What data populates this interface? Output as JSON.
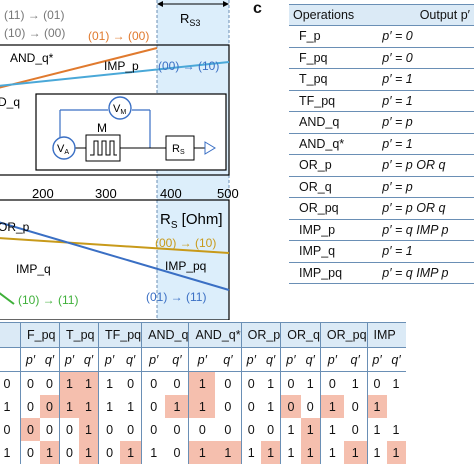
{
  "panel_c_label": "c",
  "plot": {
    "transitions": {
      "t1": "(11) → (01)",
      "t2": "(10) → (00)",
      "t3": "(01) → (00)",
      "t4": "(00) → (10)",
      "t5": "(00) → (10)",
      "t6": "(10) → (11)",
      "t7": "(01) → (11)"
    },
    "region_label": "R",
    "region_sub": "S3",
    "ops": {
      "and_q_star": "AND_q*",
      "imp_p": "IMP_p",
      "d_q": "D_q",
      "or_p": "OR_p",
      "imp_q": "IMP_q",
      "imp_pq": "IMP_pq"
    },
    "circuit": {
      "vm": "V",
      "vm_sub": "M",
      "va": "V",
      "va_sub": "A",
      "m": "M",
      "rs": "R",
      "rs_sub": "S"
    },
    "xticks": [
      "200",
      "300",
      "400",
      "500"
    ],
    "xlabel": "R",
    "xlabel_sub": "S",
    "xlabel_unit": " [Ohm]",
    "colors": {
      "orange": "#e07a2e",
      "blue_light": "#4aa8d8",
      "blue": "#3a6fc4",
      "gold": "#c89a1a",
      "green": "#3fb03a",
      "gray": "#777777",
      "region": "#dceefb"
    }
  },
  "operations_table": {
    "headers": [
      "Operations",
      "Output p′"
    ],
    "rows": [
      {
        "op": "F_p",
        "out": "p′ = 0"
      },
      {
        "op": "F_pq",
        "out": "p′ = 0"
      },
      {
        "op": "T_pq",
        "out": "p′ = 1"
      },
      {
        "op": "TF_pq",
        "out": "p′ = 1"
      },
      {
        "op": "AND_q",
        "out": "p′ = p"
      },
      {
        "op": "AND_q*",
        "out": "p′ = 1"
      },
      {
        "op": "OR_p",
        "out": "p′ = p OR q"
      },
      {
        "op": "OR_q",
        "out": "p′ = p"
      },
      {
        "op": "OR_pq",
        "out": "p′ = p OR q"
      },
      {
        "op": "IMP_p",
        "out": "p′ = q IMP p"
      },
      {
        "op": "IMP_q",
        "out": "p′ = 1"
      },
      {
        "op": "IMP_pq",
        "out": "p′ = q IMP p"
      }
    ]
  },
  "truth_table": {
    "headers": [
      "",
      "F_pq",
      "T_pq",
      "TF_pq",
      "AND_q",
      "AND_q*",
      "OR_p",
      "OR_q",
      "OR_pq",
      "IMP"
    ],
    "sub": [
      "p′",
      "q′"
    ],
    "left_col": [
      "0",
      "1",
      "0",
      "1"
    ],
    "rows": [
      [
        "0",
        "0",
        "1",
        "1",
        "1",
        "0",
        "0",
        "0",
        "1",
        "0",
        "0",
        "1",
        "0",
        "1",
        "0",
        "1",
        "0",
        "1"
      ],
      [
        "0",
        "0",
        "1",
        "1",
        "1",
        "1",
        "0",
        "1",
        "1",
        "0",
        "0",
        "1",
        "0",
        "0",
        "1",
        "0",
        "1"
      ],
      [
        "0",
        "0",
        "0",
        "1",
        "0",
        "0",
        "0",
        "0",
        "0",
        "0",
        "0",
        "0",
        "1",
        "1",
        "1",
        "0",
        "1",
        "1"
      ],
      [
        "0",
        "1",
        "0",
        "1",
        "0",
        "1",
        "1",
        "0",
        "1",
        "1",
        "1",
        "1",
        "1",
        "1",
        "1",
        "1",
        "1",
        "1"
      ]
    ],
    "fills": [
      [
        0,
        0,
        1,
        1,
        0,
        0,
        0,
        0,
        1,
        0,
        0,
        0,
        0,
        0,
        0,
        0,
        0,
        0
      ],
      [
        0,
        1,
        1,
        1,
        0,
        0,
        0,
        1,
        1,
        0,
        0,
        0,
        1,
        0,
        1,
        0,
        1,
        0
      ],
      [
        1,
        0,
        0,
        1,
        0,
        0,
        0,
        0,
        0,
        0,
        0,
        0,
        0,
        1,
        0,
        0,
        0,
        0
      ],
      [
        0,
        1,
        0,
        1,
        0,
        1,
        0,
        0,
        1,
        1,
        0,
        1,
        0,
        1,
        0,
        1,
        0,
        1
      ]
    ]
  }
}
